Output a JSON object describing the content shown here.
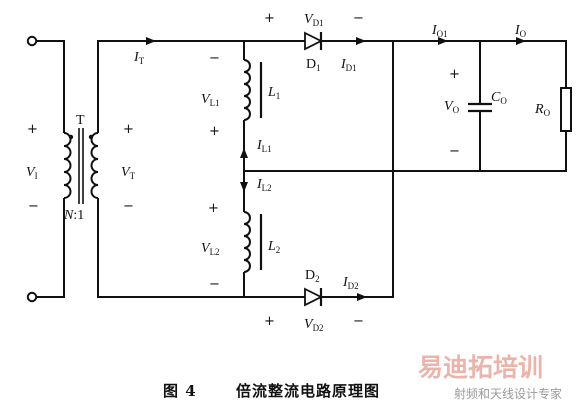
{
  "labels": {
    "vi": {
      "main": "V",
      "sub": "I"
    },
    "vt": {
      "main": "V",
      "sub": "T"
    },
    "t": "T",
    "ratio_n": "N",
    "ratio_rest": ":1",
    "it": {
      "main": "I",
      "sub": "T"
    },
    "vl1": {
      "main": "V",
      "sub": "L1"
    },
    "l1": {
      "main": "L",
      "sub": "1"
    },
    "il1": {
      "main": "I",
      "sub": "L1"
    },
    "il2": {
      "main": "I",
      "sub": "L2"
    },
    "vl2": {
      "main": "V",
      "sub": "L2"
    },
    "l2": {
      "main": "L",
      "sub": "2"
    },
    "vd1": {
      "main": "V",
      "sub": "D1"
    },
    "d1": {
      "main": "D",
      "sub": "1"
    },
    "id1": {
      "main": "I",
      "sub": "D1"
    },
    "io1": {
      "main": "I",
      "sub": "O1"
    },
    "io": {
      "main": "I",
      "sub": "O"
    },
    "vo": {
      "main": "V",
      "sub": "O"
    },
    "co": {
      "main": "C",
      "sub": "O"
    },
    "ro": {
      "main": "R",
      "sub": "O"
    },
    "d2": {
      "main": "D",
      "sub": "2"
    },
    "id2": {
      "main": "I",
      "sub": "D2"
    },
    "vd2": {
      "main": "V",
      "sub": "D2"
    }
  },
  "signs": {
    "plus": "+",
    "minus": "−"
  },
  "caption": {
    "number": "图 4",
    "title": "倍流整流电路原理图"
  },
  "watermark": {
    "brand": "易迪拓培训",
    "tagline": "射频和天线设计专家"
  }
}
